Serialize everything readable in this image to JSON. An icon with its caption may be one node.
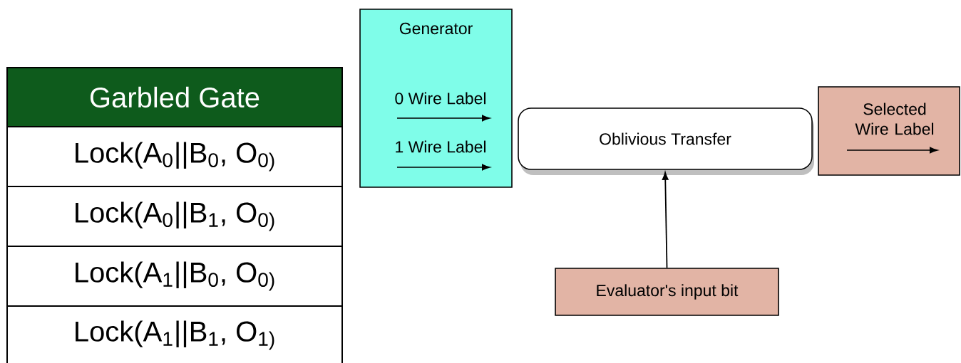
{
  "diagram": {
    "nodes": [
      {
        "text": [
          "Generator",
          "0 Wire Label",
          "1 Wire Label"
        ]
      },
      {
        "text": [
          "Oblivious Transfer"
        ]
      },
      {
        "text": [
          "Selected Wire Label"
        ]
      },
      {
        "text": [
          "Evaluator's input bit"
        ]
      }
    ],
    "edges": [
      {
        "from": 3,
        "to": 1,
        "arrow": "to"
      }
    ],
    "labels": [
      "Garbled Gate",
      "Lock(A$_{0}$||B$_{0}$, O$_{0)}$",
      "Lock(A$_{0}$||B$_{1}$, O$_{0)}$",
      "Lock(A$_{1}$||B$_{0}$, O$_{0)}$",
      "Lock(A$_{1}$||B$_{1}$, O$_{1)}$"
    ]
  }
}
